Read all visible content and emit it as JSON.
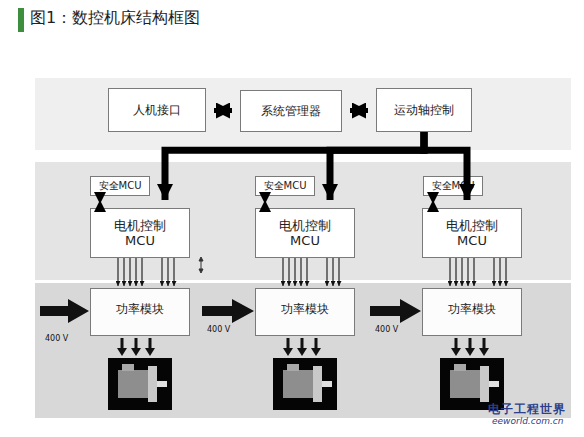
{
  "diagram": {
    "title": "图1：数控机床结构框图",
    "nodes": [
      {
        "text": [
          "人机接口"
        ]
      },
      {
        "text": [
          "系统管理器"
        ]
      },
      {
        "text": [
          "运动轴控制"
        ]
      },
      {
        "text": [
          "安全MCU"
        ]
      },
      {
        "text": [
          "安全MCU"
        ]
      },
      {
        "text": [
          "安全MCU"
        ]
      },
      {
        "text": [
          "电机控制 MCU"
        ]
      },
      {
        "text": [
          "电机控制 MCU"
        ]
      },
      {
        "text": [
          "电机控制 MCU"
        ]
      },
      {
        "text": [
          "功率模块"
        ]
      },
      {
        "text": [
          "功率模块"
        ]
      },
      {
        "text": [
          "功率模块"
        ]
      }
    ],
    "edges": [
      {
        "from": 0,
        "to": 1,
        "arrow": "both"
      },
      {
        "from": 1,
        "to": 2,
        "arrow": "both"
      },
      {
        "from": 2,
        "to": 6,
        "arrow": "to"
      },
      {
        "from": 2,
        "to": 7,
        "arrow": "to"
      },
      {
        "from": 2,
        "to": 8,
        "arrow": "to"
      },
      {
        "from": 3,
        "to": 6,
        "arrow": "both"
      },
      {
        "from": 4,
        "to": 7,
        "arrow": "both"
      },
      {
        "from": 5,
        "to": 8,
        "arrow": "both"
      },
      {
        "from": 6,
        "to": 9,
        "arrow": "to"
      },
      {
        "from": 7,
        "to": 10,
        "arrow": "to"
      },
      {
        "from": 8,
        "to": 11,
        "arrow": "to"
      }
    ],
    "labels": [
      "400 V",
      "400 V",
      "400 V",
      "电子工程世界",
      "eeworld.com.cn"
    ]
  }
}
